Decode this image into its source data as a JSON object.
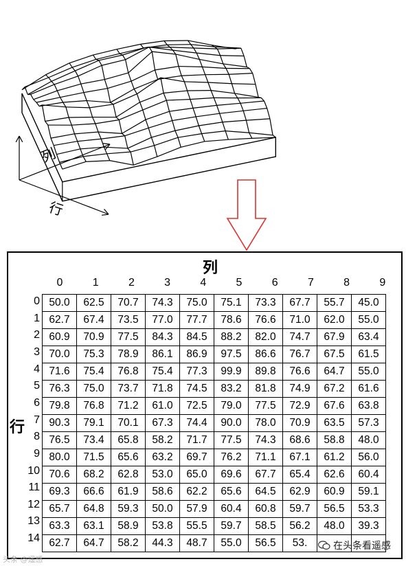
{
  "surface_axes": {
    "column_label": "列",
    "row_label": "行"
  },
  "panel": {
    "column_title": "列",
    "row_title": "行",
    "column_indices": [
      "0",
      "1",
      "2",
      "3",
      "4",
      "5",
      "6",
      "7",
      "8",
      "9"
    ],
    "row_indices": [
      "0",
      "1",
      "2",
      "3",
      "4",
      "5",
      "6",
      "7",
      "8",
      "9",
      "10",
      "11",
      "12",
      "13",
      "14"
    ]
  },
  "table": [
    [
      "50.0",
      "62.5",
      "70.7",
      "74.3",
      "75.0",
      "75.1",
      "73.3",
      "67.7",
      "55.7",
      "45.0"
    ],
    [
      "62.7",
      "67.4",
      "73.5",
      "77.0",
      "77.7",
      "78.6",
      "76.6",
      "71.0",
      "62.0",
      "55.0"
    ],
    [
      "60.9",
      "70.9",
      "77.5",
      "84.3",
      "84.5",
      "88.2",
      "82.0",
      "74.7",
      "67.9",
      "63.4"
    ],
    [
      "70.0",
      "75.3",
      "78.9",
      "86.1",
      "86.9",
      "97.5",
      "86.6",
      "76.7",
      "67.5",
      "61.5"
    ],
    [
      "71.6",
      "75.4",
      "76.8",
      "75.4",
      "77.3",
      "99.9",
      "89.8",
      "76.6",
      "64.7",
      "55.0"
    ],
    [
      "76.3",
      "75.0",
      "73.7",
      "71.8",
      "74.5",
      "83.2",
      "81.8",
      "74.9",
      "67.2",
      "61.6"
    ],
    [
      "79.8",
      "76.8",
      "71.2",
      "61.0",
      "72.5",
      "79.0",
      "77.5",
      "72.9",
      "67.6",
      "63.8"
    ],
    [
      "90.3",
      "79.1",
      "70.1",
      "67.3",
      "74.4",
      "90.0",
      "78.0",
      "70.9",
      "63.5",
      "57.3"
    ],
    [
      "76.5",
      "73.4",
      "65.8",
      "58.2",
      "71.7",
      "77.5",
      "74.3",
      "68.6",
      "58.8",
      "48.0"
    ],
    [
      "80.0",
      "71.5",
      "65.6",
      "63.2",
      "69.7",
      "76.2",
      "71.1",
      "67.1",
      "61.2",
      "56.0"
    ],
    [
      "70.6",
      "68.2",
      "62.8",
      "53.0",
      "65.0",
      "69.6",
      "67.7",
      "65.4",
      "62.6",
      "60.4"
    ],
    [
      "69.3",
      "66.6",
      "61.9",
      "58.6",
      "62.2",
      "65.6",
      "64.5",
      "62.9",
      "60.9",
      "59.1"
    ],
    [
      "65.7",
      "64.8",
      "59.3",
      "50.0",
      "57.9",
      "60.4",
      "60.8",
      "59.7",
      "56.5",
      "53.3"
    ],
    [
      "63.3",
      "63.1",
      "58.9",
      "53.8",
      "55.5",
      "59.7",
      "58.5",
      "56.2",
      "48.0",
      "39.3"
    ],
    [
      "62.7",
      "64.7",
      "58.2",
      "44.3",
      "48.7",
      "55.0",
      "56.5",
      "53.",
      "",
      " "
    ]
  ],
  "watermark": {
    "left_text": "头条 @遥感",
    "right_text": "在头条看遥感"
  },
  "colors": {
    "arrow": "#e0302a",
    "lines": "#000000"
  }
}
